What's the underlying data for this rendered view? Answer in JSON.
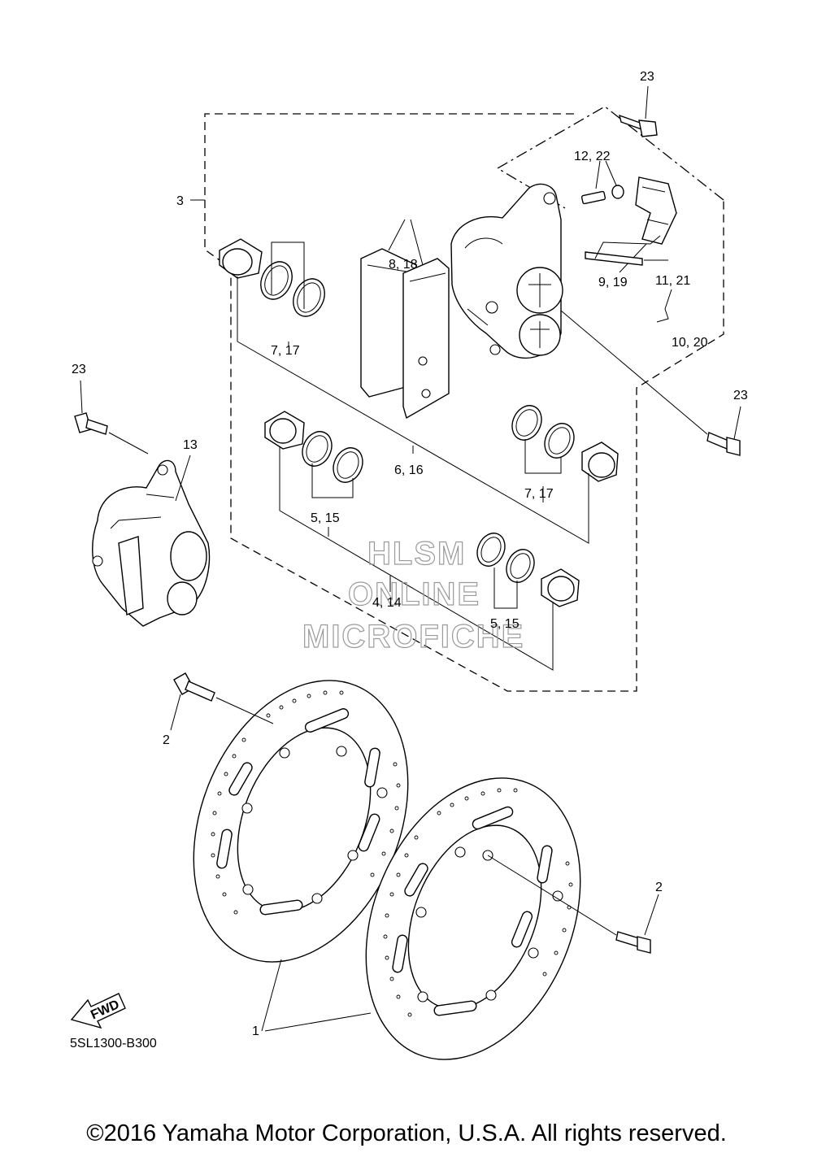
{
  "diagram_code": "5SL1300-B300",
  "fwd_label": "FWD",
  "copyright": "©2016 Yamaha Motor Corporation, U.S.A. All rights reserved.",
  "watermark": {
    "line1": "HLSM",
    "line2": "ONLINE",
    "line3": "MICROFICHE"
  },
  "callouts": {
    "c1": "1",
    "c2_left": "2",
    "c2_right": "2",
    "c3": "3",
    "c4_14": "4, 14",
    "c5_15_a": "5, 15",
    "c5_15_b": "5, 15",
    "c6_16": "6, 16",
    "c7_17_a": "7, 17",
    "c7_17_b": "7, 17",
    "c8_18": "8, 18",
    "c9_19": "9, 19",
    "c10_20": "10, 20",
    "c11_21": "11, 21",
    "c12_22": "12, 22",
    "c13": "13",
    "c23_top": "23",
    "c23_left": "23",
    "c23_right": "23"
  }
}
